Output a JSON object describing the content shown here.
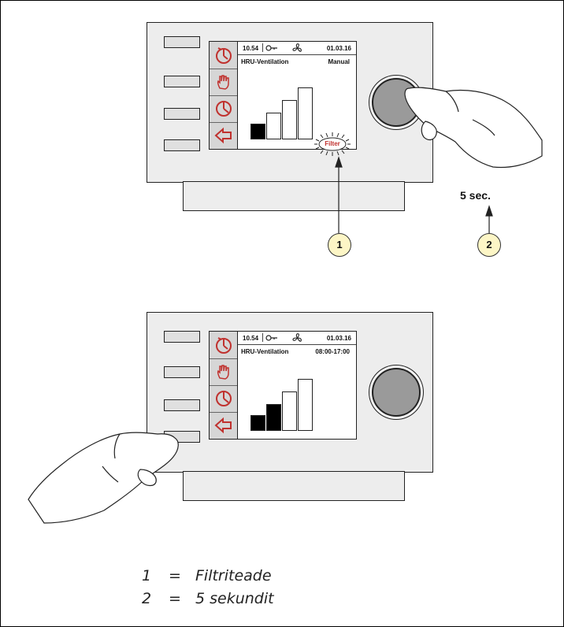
{
  "colors": {
    "accent": "#c0312e",
    "callout_fill": "#fdf6c6",
    "knob": "#9a9a9a",
    "panel": "#ededed"
  },
  "icons": [
    "timer-icon",
    "hand-icon",
    "clock-icon",
    "back-arrow-icon"
  ],
  "panel_1": {
    "time": "10.54",
    "date": "01.03.16",
    "title": "HRU-Ventilation",
    "mode": "Manual",
    "filter_alert": "Filter",
    "fan_level": 1
  },
  "panel_2": {
    "time": "10.54",
    "date": "01.03.16",
    "title": "HRU-Ventilation",
    "mode": "08:00-17:00",
    "fan_level": 2
  },
  "callouts": {
    "c1": "1",
    "c2": "2",
    "hold_time": "5 sec."
  },
  "legend": [
    {
      "num": "1",
      "eq": "=",
      "text": "Filtriteade"
    },
    {
      "num": "2",
      "eq": "=",
      "text": "5 sekundit"
    }
  ]
}
